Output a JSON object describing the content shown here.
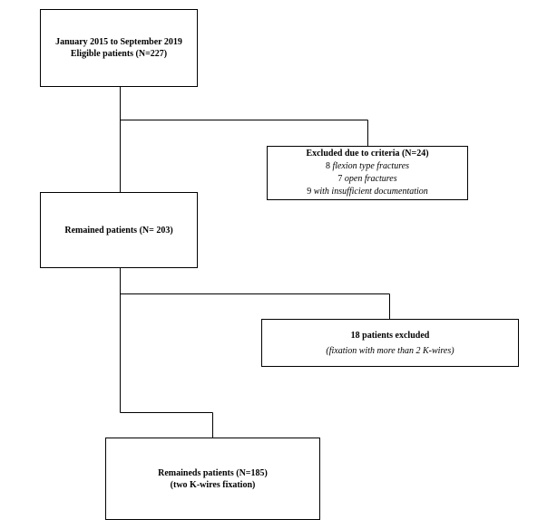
{
  "flowchart": {
    "eligible": {
      "line1": "January 2015 to September 2019",
      "line2": "Eligible patients (N=227)"
    },
    "excluded_criteria": {
      "title": "Excluded due to criteria (N=24)",
      "reason1_count": "8",
      "reason1_text": "flexion type fractures",
      "reason2_count": "7",
      "reason2_text": "open fractures",
      "reason3_count": "9",
      "reason3_text": "with insufficient documentation"
    },
    "remained": {
      "text": "Remained patients (N= 203)"
    },
    "excluded_kwires": {
      "title": "18 patients excluded",
      "detail": "(fixation with more than 2 K-wires)"
    },
    "final": {
      "line1": "Remaineds patients (N=185)",
      "line2": "(two K-wires fixation)"
    }
  }
}
